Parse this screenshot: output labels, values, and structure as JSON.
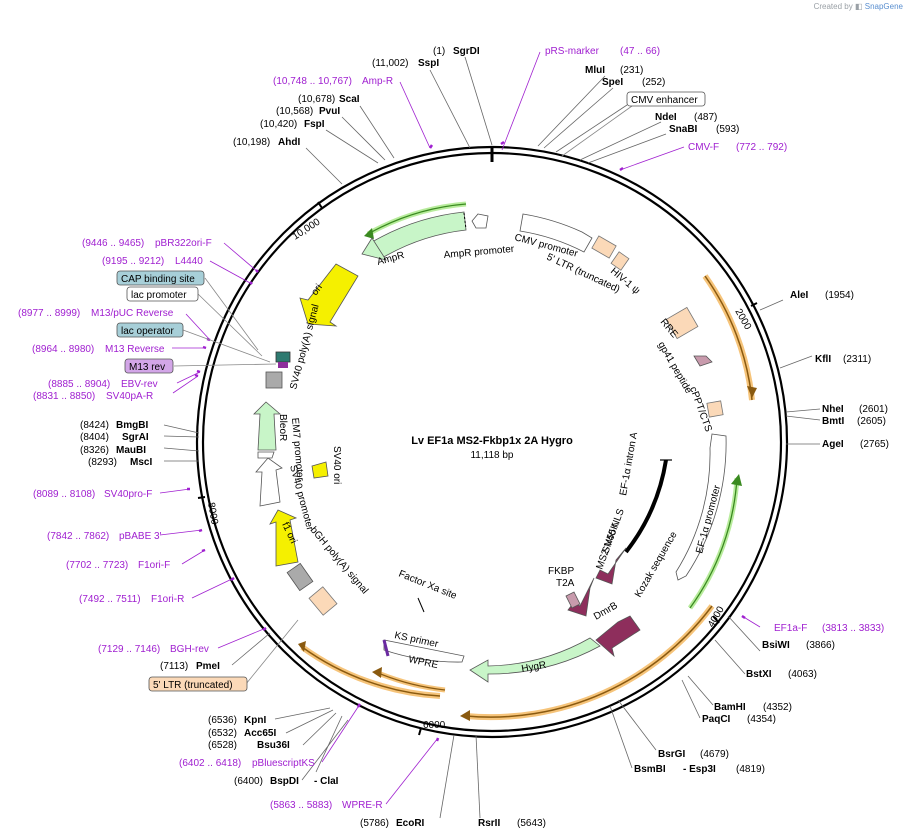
{
  "watermark": {
    "prefix": "Created by",
    "brand": "SnapGene"
  },
  "title": "Lv EF1a MS2-Fkbp1x 2A Hygro",
  "size": "11,118 bp",
  "ticks": [
    "2000",
    "4000",
    "6000",
    "8000",
    "10,000"
  ],
  "sites": [
    {
      "name": "SgrDI",
      "pos": "(1)"
    },
    {
      "name": "SspI",
      "pos": "(11,002)"
    },
    {
      "name": "ScaI",
      "pos": "(10,678)"
    },
    {
      "name": "PvuI",
      "pos": "(10,568)"
    },
    {
      "name": "FspI",
      "pos": "(10,420)"
    },
    {
      "name": "AhdI",
      "pos": "(10,198)"
    },
    {
      "name": "MluI",
      "pos": "(231)"
    },
    {
      "name": "SpeI",
      "pos": "(252)"
    },
    {
      "name": "NdeI",
      "pos": "(487)"
    },
    {
      "name": "SnaBI",
      "pos": "(593)"
    },
    {
      "name": "AleI",
      "pos": "(1954)"
    },
    {
      "name": "KflI",
      "pos": "(2311)"
    },
    {
      "name": "NheI",
      "pos": "(2601)"
    },
    {
      "name": "BmtI",
      "pos": "(2605)"
    },
    {
      "name": "AgeI",
      "pos": "(2765)"
    },
    {
      "name": "BsiWI",
      "pos": "(3866)"
    },
    {
      "name": "BstXI",
      "pos": "(4063)"
    },
    {
      "name": "BamHI",
      "pos": "(4352)"
    },
    {
      "name": "PaqCI",
      "pos": "(4354)"
    },
    {
      "name": "BsrGI",
      "pos": "(4679)"
    },
    {
      "name": "BsmBI",
      "pos": ""
    },
    {
      "name": "- Esp3I",
      "pos": "(4819)"
    },
    {
      "name": "RsrII",
      "pos": "(5643)"
    },
    {
      "name": "EcoRI",
      "pos": "(5786)"
    },
    {
      "name": "BspDI",
      "pos": "(6400)"
    },
    {
      "name": "- ClaI",
      "pos": ""
    },
    {
      "name": "Bsu36I",
      "pos": "(6528)"
    },
    {
      "name": "Acc65I",
      "pos": "(6532)"
    },
    {
      "name": "KpnI",
      "pos": "(6536)"
    },
    {
      "name": "PmeI",
      "pos": "(7113)"
    },
    {
      "name": "MscI",
      "pos": "(8293)"
    },
    {
      "name": "MauBI",
      "pos": "(8326)"
    },
    {
      "name": "SgrAI",
      "pos": "(8404)"
    },
    {
      "name": "BmgBI",
      "pos": "(8424)"
    }
  ],
  "primers": [
    {
      "name": "pRS-marker",
      "pos": "(47 .. 66)"
    },
    {
      "name": "Amp-R",
      "pos": "(10,748 .. 10,767)"
    },
    {
      "name": "CMV-F",
      "pos": "(772 .. 792)"
    },
    {
      "name": "EF1a-F",
      "pos": "(3813 .. 3833)"
    },
    {
      "name": "pBR322ori-F",
      "pos": "(9446 .. 9465)"
    },
    {
      "name": "L4440",
      "pos": "(9195 .. 9212)"
    },
    {
      "name": "M13/pUC Reverse",
      "pos": "(8977 .. 8999)"
    },
    {
      "name": "M13 Reverse",
      "pos": "(8964 .. 8980)"
    },
    {
      "name": "EBV-rev",
      "pos": "(8885 .. 8904)"
    },
    {
      "name": "SV40pA-R",
      "pos": "(8831 .. 8850)"
    },
    {
      "name": "SV40pro-F",
      "pos": "(8089 .. 8108)"
    },
    {
      "name": "pBABE 3'",
      "pos": "(7842 .. 7862)"
    },
    {
      "name": "F1ori-F",
      "pos": "(7702 .. 7723)"
    },
    {
      "name": "F1ori-R",
      "pos": "(7492 .. 7511)"
    },
    {
      "name": "BGH-rev",
      "pos": "(7129 .. 7146)"
    },
    {
      "name": "pBluescriptKS",
      "pos": "(6402 .. 6418)"
    },
    {
      "name": "WPRE-R",
      "pos": "(5863 .. 5883)"
    }
  ],
  "boxed": [
    {
      "name": "CMV enhancer",
      "style": "white"
    },
    {
      "name": "CAP binding site",
      "style": "blue"
    },
    {
      "name": "lac promoter",
      "style": "white"
    },
    {
      "name": "lac operator",
      "style": "blue"
    },
    {
      "name": "M13 rev",
      "style": "purple"
    },
    {
      "name": "5' LTR (truncated)",
      "style": "orange"
    }
  ],
  "features": [
    "AmpR",
    "AmpR promoter",
    "CMV promoter",
    "5' LTR (truncated)",
    "HIV-1 ψ",
    "RRE",
    "gp41 peptide",
    "cPPT/CTS",
    "EF-1α intron A",
    "EF-1α promoter",
    "Kozak sequence",
    "SV40 NLS",
    "MS2-N55K",
    "FKBP",
    "T2A",
    "DmrB",
    "HygR",
    "WPRE",
    "KS primer",
    "Factor Xa site",
    "bGH poly(A) signal",
    "f1 ori",
    "SV40 promoter",
    "EM7 promoter",
    "BleoR",
    "SV40 ori",
    "SV40 poly(A) signal",
    "ori"
  ]
}
